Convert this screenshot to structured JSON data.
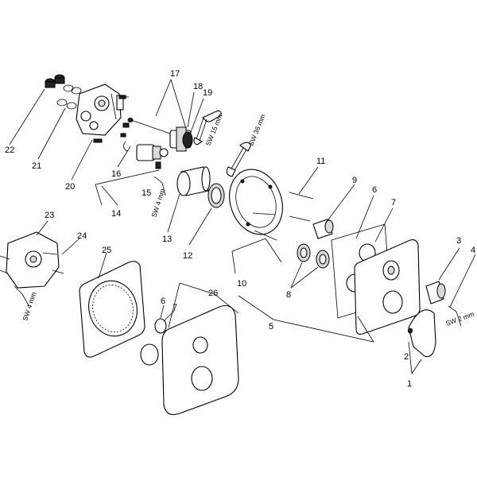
{
  "callouts": {
    "c1": "1",
    "c2": "2",
    "c3": "3",
    "c4": "4",
    "c5": "5",
    "c6": "6",
    "c6b": "6",
    "c7": "7",
    "c7b": "7",
    "c8": "8",
    "c9": "9",
    "c10": "10",
    "c11": "11",
    "c12": "12",
    "c13": "13",
    "c14": "14",
    "c15": "15",
    "c16": "16",
    "c17": "17",
    "c18": "18",
    "c19": "19",
    "c20": "20",
    "c21": "21",
    "c22": "22",
    "c23": "23",
    "c24": "24",
    "c25": "25",
    "c26": "26"
  },
  "wrench_labels": {
    "sw15": "SW 15 mm",
    "sw36": "SW 36 mm",
    "sw4a": "SW 4 mm",
    "sw4b": "SW 4 mm",
    "sw2": "SW 2 mm"
  }
}
